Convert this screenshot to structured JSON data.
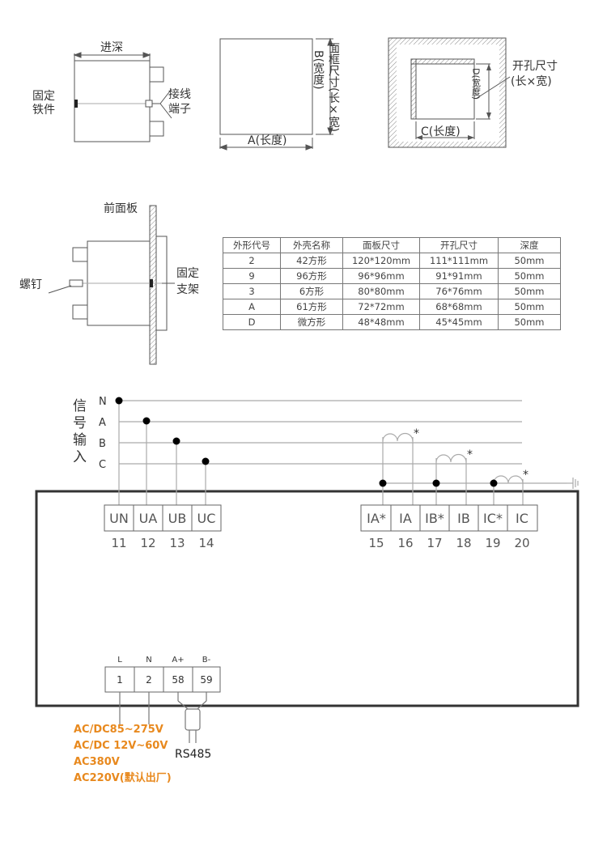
{
  "top_diagrams": {
    "depth_label": "进深",
    "fixing_part_label": [
      "固定",
      "铁件"
    ],
    "terminal_label": [
      "接线",
      "端子"
    ],
    "panel_size_label": "面框尺寸(长×宽)",
    "width_b_label": "B(宽度)",
    "length_a_label": "A(长度)",
    "cutout_size_label": [
      "开孔尺寸",
      "(长×宽)"
    ],
    "width_d_label": "D(宽度)",
    "length_c_label": "C(长度)"
  },
  "side_view": {
    "front_panel_label": "前面板",
    "screw_label": "螺钉",
    "bracket_label": [
      "固定",
      "支架"
    ]
  },
  "spec_table": {
    "headers": [
      "外形代号",
      "外壳名称",
      "面板尺寸",
      "开孔尺寸",
      "深度"
    ],
    "rows": [
      [
        "2",
        "42方形",
        "120*120mm",
        "111*111mm",
        "50mm"
      ],
      [
        "9",
        "96方形",
        "96*96mm",
        "91*91mm",
        "50mm"
      ],
      [
        "3",
        "6方形",
        "80*80mm",
        "76*76mm",
        "50mm"
      ],
      [
        "A",
        "61方形",
        "72*72mm",
        "68*68mm",
        "50mm"
      ],
      [
        "D",
        "微方形",
        "48*48mm",
        "45*45mm",
        "50mm"
      ]
    ]
  },
  "wiring": {
    "signal_input_label": [
      "信",
      "号",
      "输",
      "入"
    ],
    "lines": [
      "N",
      "A",
      "B",
      "C"
    ],
    "voltage_terminals": [
      {
        "label": "UN",
        "number": "11"
      },
      {
        "label": "UA",
        "number": "12"
      },
      {
        "label": "UB",
        "number": "13"
      },
      {
        "label": "UC",
        "number": "14"
      }
    ],
    "current_terminals": [
      {
        "label": "IA*",
        "number": "15"
      },
      {
        "label": "IA",
        "number": "16"
      },
      {
        "label": "IB*",
        "number": "17"
      },
      {
        "label": "IB",
        "number": "18"
      },
      {
        "label": "IC*",
        "number": "19"
      },
      {
        "label": "IC",
        "number": "20"
      }
    ],
    "ct_polarity_mark": "*",
    "power_terminals": [
      {
        "top": "L",
        "number": "1"
      },
      {
        "top": "N",
        "number": "2"
      },
      {
        "top": "A+",
        "number": "58"
      },
      {
        "top": "B-",
        "number": "59"
      }
    ],
    "supply_options": [
      "AC/DC85~275V",
      "AC/DC 12V~60V",
      "AC380V",
      "AC220V(默认出厂)"
    ],
    "comm_label": "RS485",
    "colors": {
      "line": "#999999",
      "box": "#333333",
      "supply_text": "#e8891e"
    }
  }
}
